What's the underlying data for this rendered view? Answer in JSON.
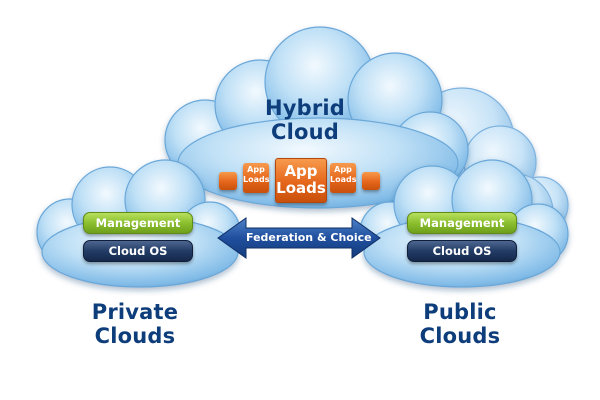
{
  "hybrid_cloud": {
    "title_line1": "Hybrid",
    "title_line2": "Cloud",
    "app_loads_main": {
      "line1": "App",
      "line2": "Loads"
    },
    "app_loads_small": {
      "line1": "App",
      "line2": "Loads"
    }
  },
  "private_cloud": {
    "title_line1": "Private",
    "title_line2": "Clouds",
    "management_label": "Management",
    "cloud_os_label": "Cloud OS"
  },
  "public_cloud": {
    "title_line1": "Public",
    "title_line2": "Clouds",
    "management_label": "Management",
    "cloud_os_label": "Cloud OS"
  },
  "federation_label": "Federation & Choice",
  "colors": {
    "cloud_light": "#e9f5fd",
    "cloud_mid": "#a9d4f2",
    "cloud_dark": "#5fa2d6",
    "title_text": "#0d3d7a",
    "management_green": "#8cbf2f",
    "cloud_os_navy": "#223c66",
    "app_loads_orange": "#e5661b",
    "arrow_blue": "#1f4f9e"
  }
}
